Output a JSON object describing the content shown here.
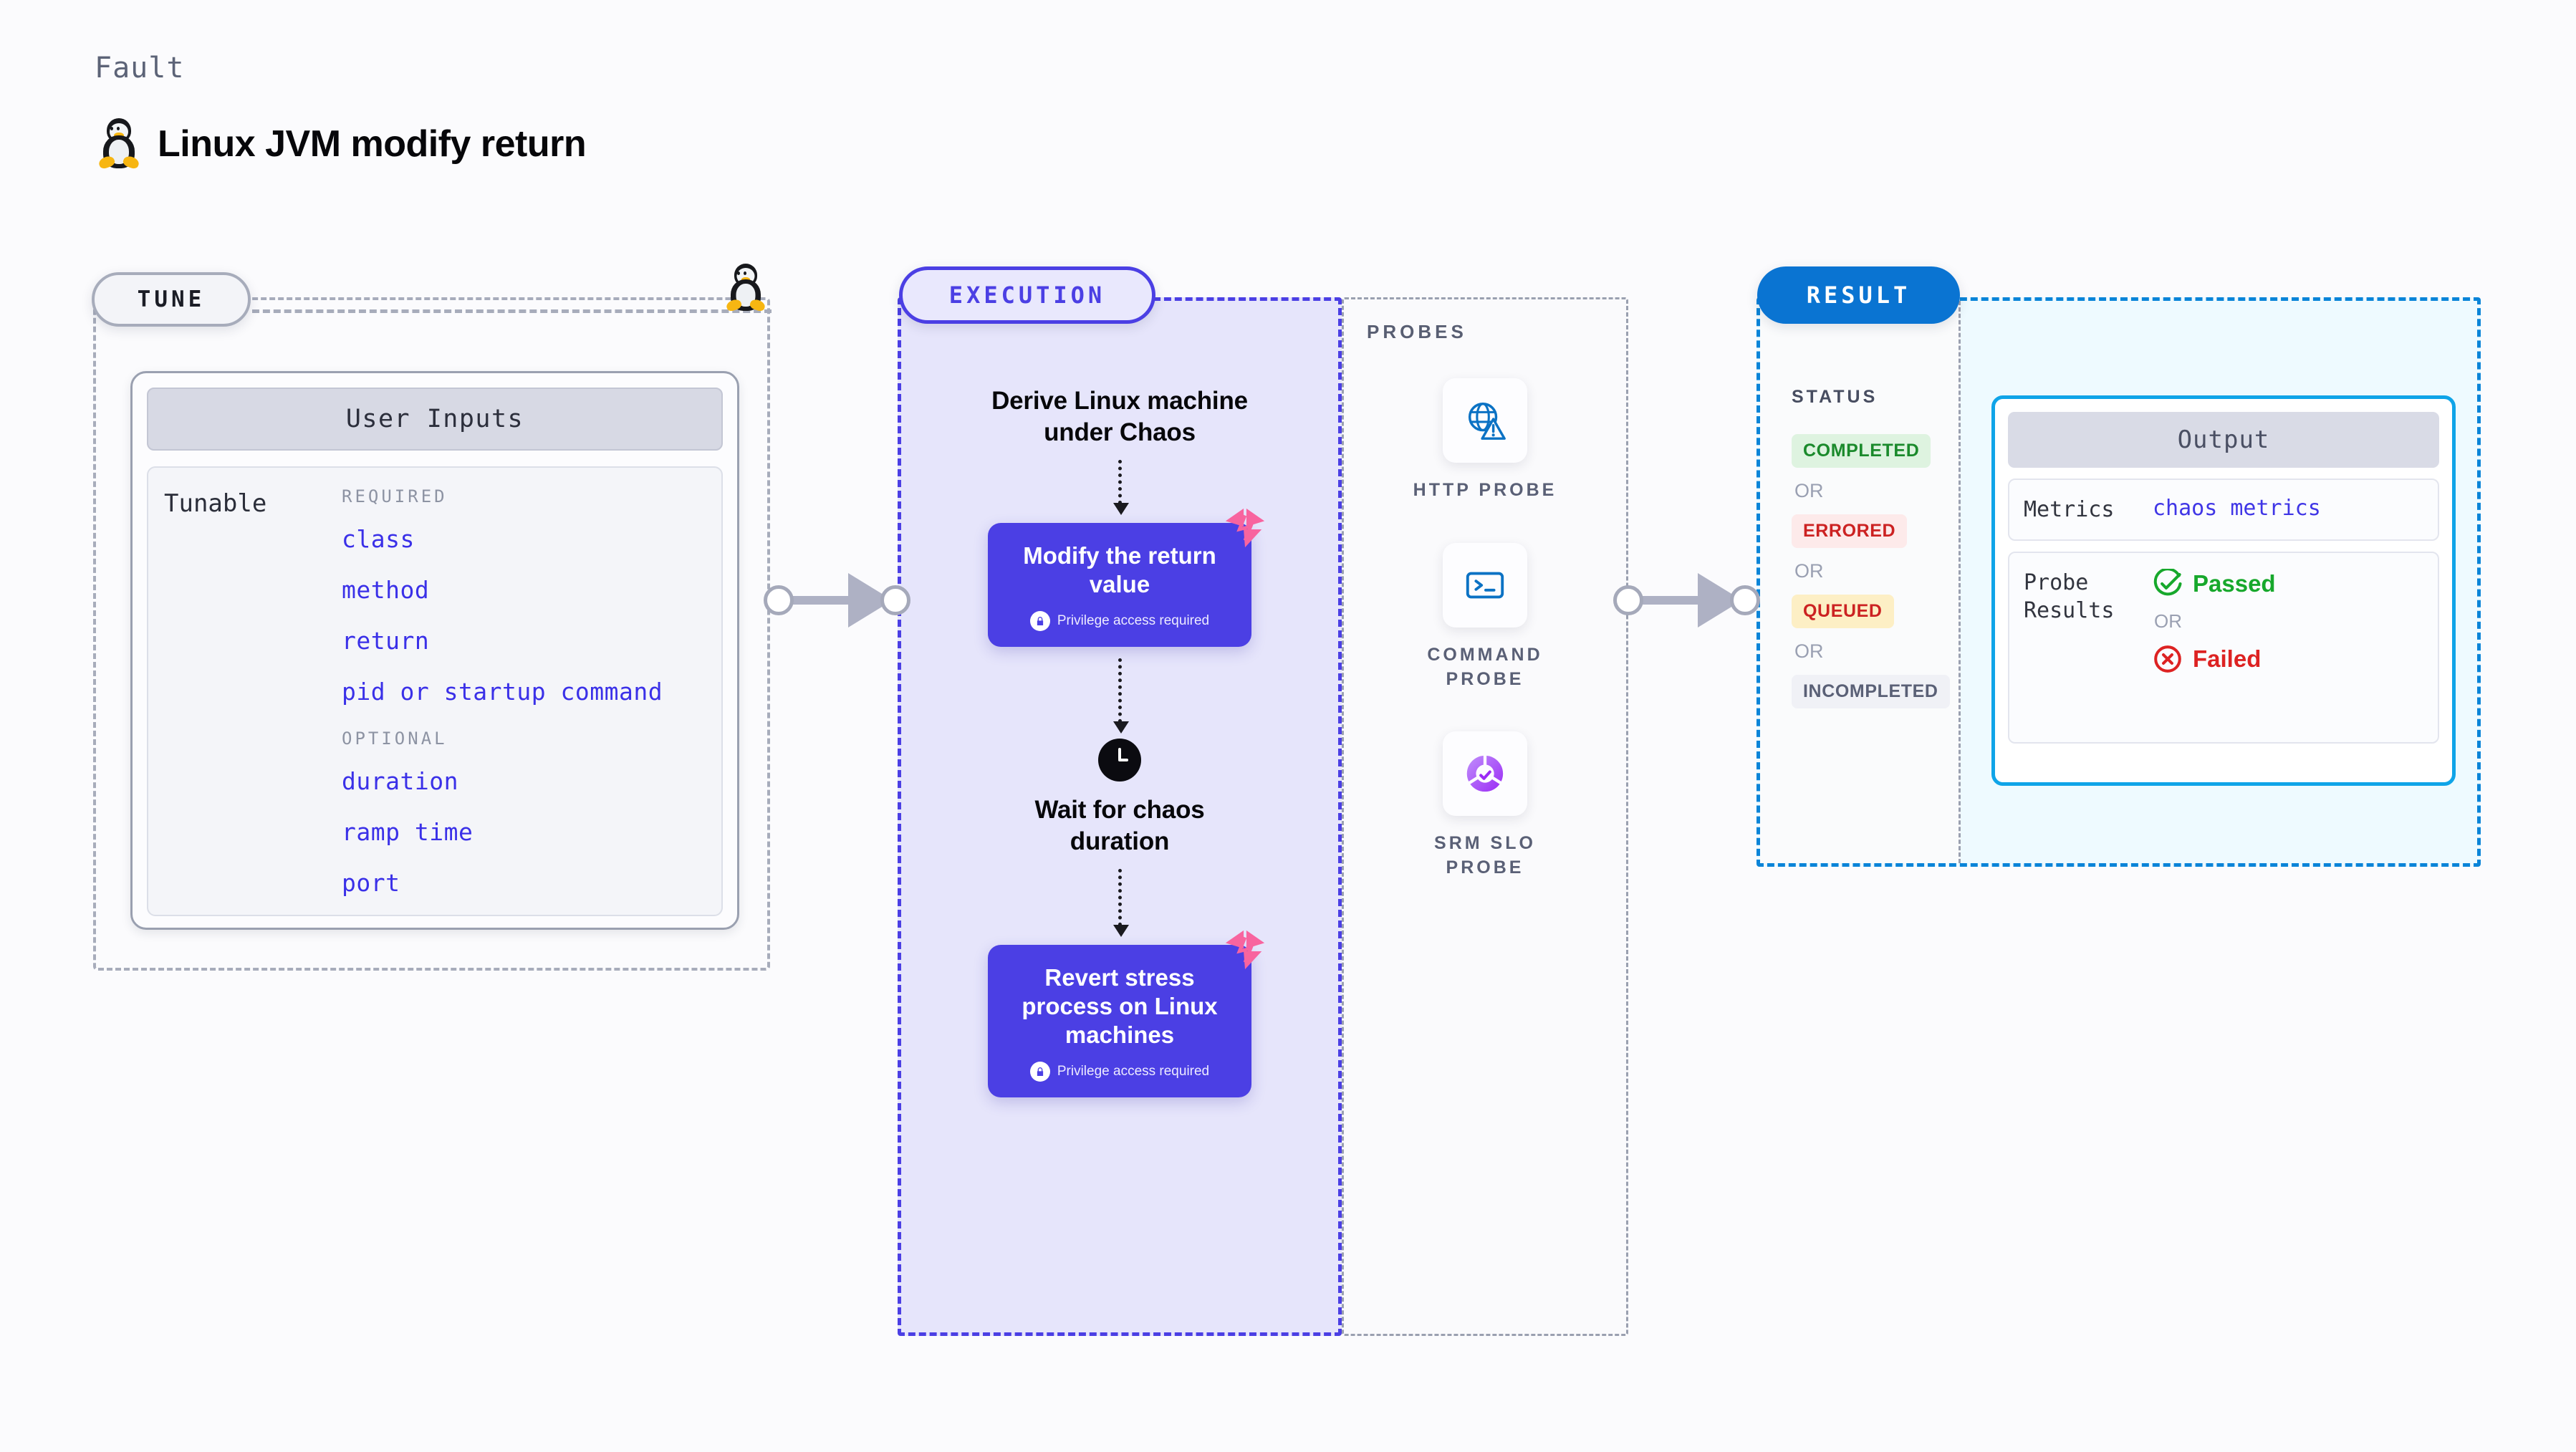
{
  "header": {
    "eyebrow": "Fault",
    "title": "Linux JVM modify return",
    "icon": "linux-tux-icon"
  },
  "tune": {
    "badge": "TUNE",
    "edge_icon": "linux-tux-icon",
    "card_title": "User Inputs",
    "tunable_label": "Tunable",
    "groups": [
      {
        "title": "REQUIRED",
        "items": [
          "class",
          "method",
          "return",
          "pid or startup command"
        ]
      },
      {
        "title": "OPTIONAL",
        "items": [
          "duration",
          "ramp time",
          "port"
        ]
      }
    ]
  },
  "execution": {
    "badge": "EXECUTION",
    "steps": [
      {
        "type": "text",
        "label": "Derive Linux machine\nunder Chaos"
      },
      {
        "type": "card",
        "label": "Modify the return\nvalue",
        "privilege": "Privilege access required",
        "badge": "harness-fault-icon"
      },
      {
        "type": "wait",
        "icon": "clock-icon",
        "label": "Wait for chaos\nduration"
      },
      {
        "type": "card",
        "label": "Revert stress\nprocess on Linux\nmachines",
        "privilege": "Privilege access required",
        "badge": "harness-fault-icon"
      }
    ]
  },
  "probes": {
    "title": "PROBES",
    "items": [
      {
        "label": "HTTP  PROBE",
        "icon": "globe-warning-icon"
      },
      {
        "label": "COMMAND\nPROBE",
        "icon": "terminal-icon"
      },
      {
        "label": "SRM  SLO\nPROBE",
        "icon": "slo-donut-check-icon"
      }
    ]
  },
  "result": {
    "badge": "RESULT",
    "status_title": "STATUS",
    "or_label": "OR",
    "statuses": [
      {
        "label": "COMPLETED",
        "variant": "completed"
      },
      {
        "label": "ERRORED",
        "variant": "errored"
      },
      {
        "label": "QUEUED",
        "variant": "queued"
      },
      {
        "label": "INCOMPLETED",
        "variant": "incompleted"
      }
    ],
    "output": {
      "title": "Output",
      "metrics_key": "Metrics",
      "metrics_value": "chaos metrics",
      "probe_results_key": "Probe\nResults",
      "passed_label": "Passed",
      "failed_label": "Failed",
      "or_label": "OR"
    }
  },
  "colors": {
    "purple": "#4b3fe4",
    "pink": "#f8649f",
    "blue": "#0a74d2",
    "cyan": "#0fa4e8",
    "green": "#17a82c",
    "red": "#dd2222",
    "gray_dash": "#a7acbb"
  }
}
